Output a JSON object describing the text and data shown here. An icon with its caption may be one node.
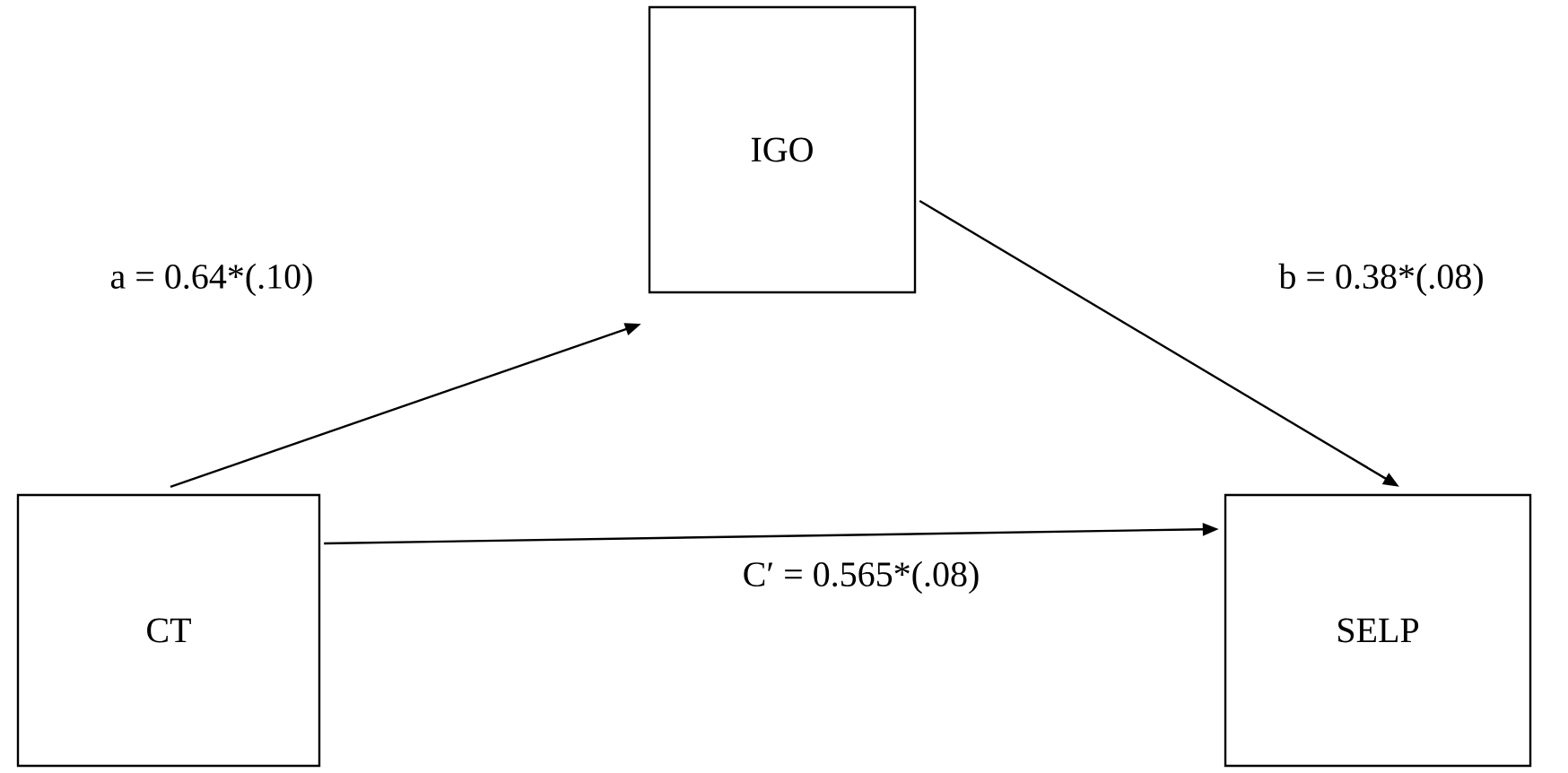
{
  "diagram": {
    "nodes": [
      {
        "text": [
          "IGO"
        ]
      },
      {
        "text": [
          "CT"
        ]
      },
      {
        "text": [
          "SELP"
        ]
      }
    ],
    "edges": [
      {
        "from": 1,
        "to": 0,
        "arrow": "to",
        "label": "a = 0.64*(.10)"
      },
      {
        "from": 0,
        "to": 2,
        "arrow": "to",
        "label": "b = 0.38*(.08)"
      },
      {
        "from": 1,
        "to": 2,
        "arrow": "to",
        "label": "C′ = 0.565*(.08)"
      }
    ]
  }
}
